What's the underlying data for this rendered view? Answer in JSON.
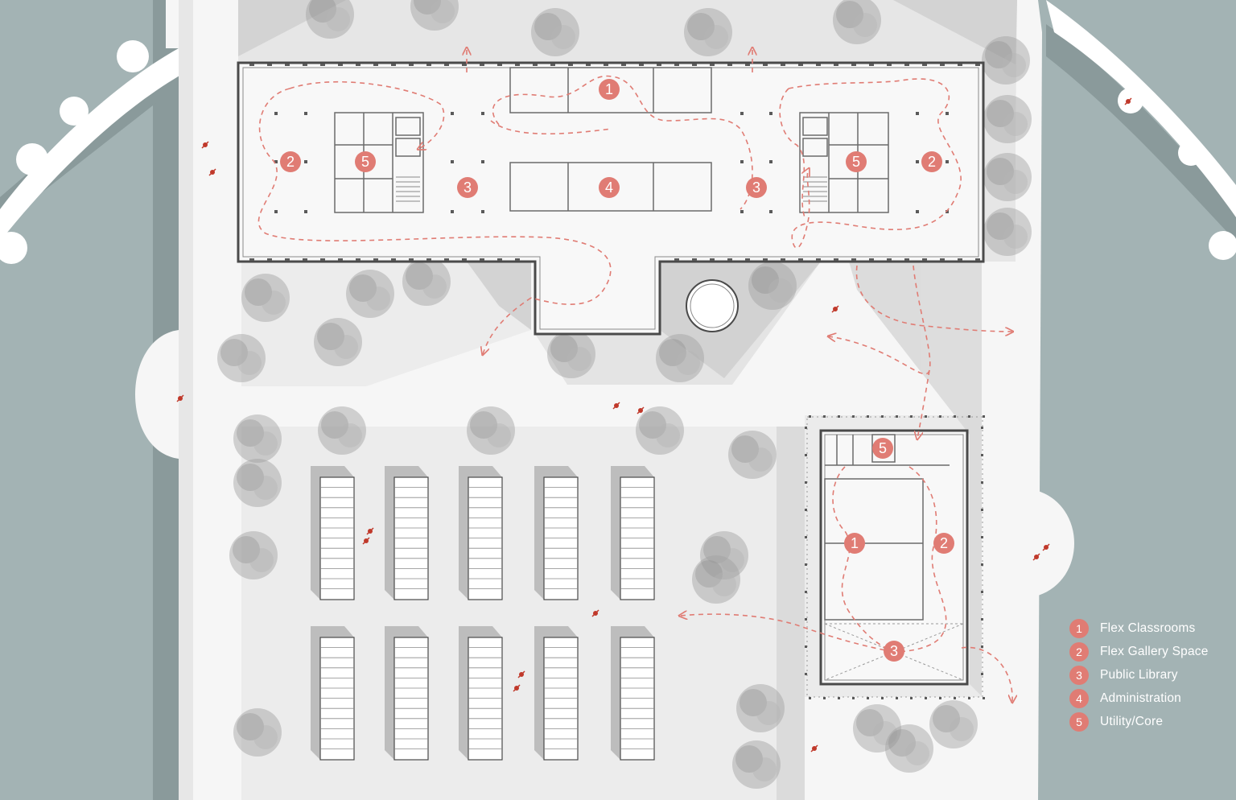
{
  "colors": {
    "water": "#a3b3b4",
    "water_dark": "#8a9a9b",
    "ground": "#f6f6f6",
    "plaza": "#e4e4e4",
    "shade": "#cfcfcf",
    "wall": "#4a4a4a",
    "tree": "#9f9f9f",
    "accent": "#e07c74",
    "person": "#c0392b"
  },
  "legend": [
    {
      "number": "1",
      "label": "Flex Classrooms"
    },
    {
      "number": "2",
      "label": "Flex Gallery Space"
    },
    {
      "number": "3",
      "label": "Public Library"
    },
    {
      "number": "4",
      "label": "Administration"
    },
    {
      "number": "5",
      "label": "Utility/Core"
    }
  ],
  "program_markers": [
    {
      "number": "1",
      "building": "main"
    },
    {
      "number": "2",
      "building": "main"
    },
    {
      "number": "5",
      "building": "main"
    },
    {
      "number": "3",
      "building": "main"
    },
    {
      "number": "4",
      "building": "main"
    },
    {
      "number": "3",
      "building": "main"
    },
    {
      "number": "5",
      "building": "main"
    },
    {
      "number": "2",
      "building": "main"
    },
    {
      "number": "5",
      "building": "annex"
    },
    {
      "number": "1",
      "building": "annex"
    },
    {
      "number": "2",
      "building": "annex"
    },
    {
      "number": "3",
      "building": "annex"
    }
  ],
  "icons": [
    "tree-icon",
    "person-icon",
    "path-arrow-icon",
    "column-icon",
    "door-icon",
    "stair-icon"
  ]
}
